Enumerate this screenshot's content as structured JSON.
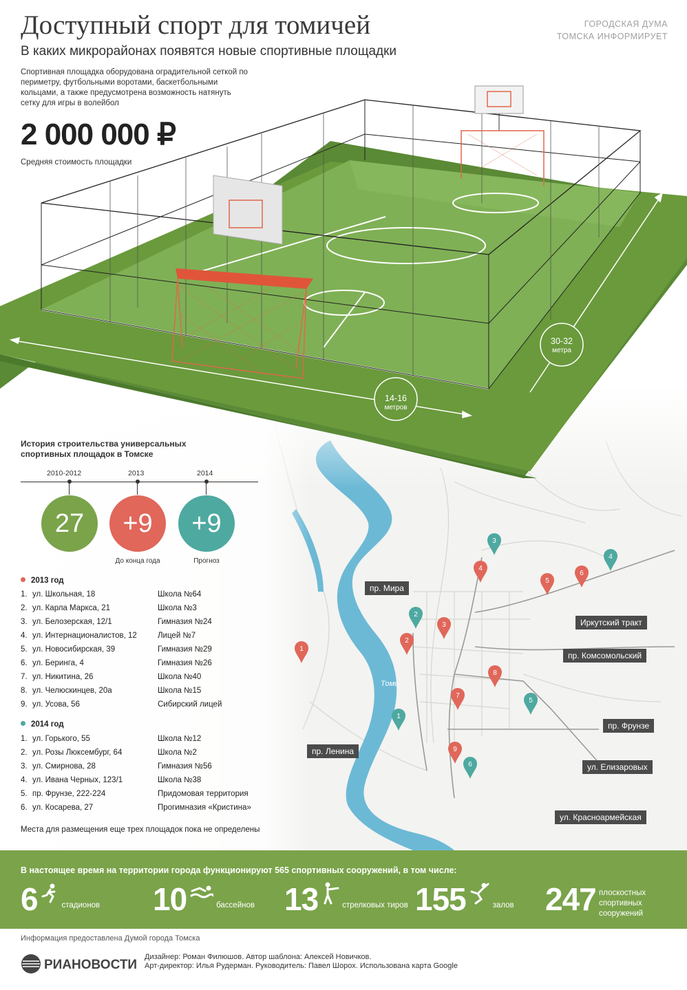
{
  "header": {
    "title": "Доступный спорт для томичей",
    "subtitle": "В каких микрорайонах появятся новые спортивные площадки",
    "publisher": [
      "ГОРОДСКАЯ ДУМА",
      "ТОМСКА ИНФОРМИРУЕТ"
    ]
  },
  "intro": {
    "text": "Спортивная площадка оборудована оградительной сеткой по периметру, футбольными воротами, баскетбольными кольцами, а также предусмотрена возможность натянуть сетку для игры в волейбол",
    "price": "2 000 000 ₽",
    "price_caption": "Средняя стоимость площадки"
  },
  "dimensions": {
    "width_value": "14-16",
    "width_unit": "метров",
    "length_value": "30-32",
    "length_unit": "метра"
  },
  "history": {
    "title": "История строительства универсальных спортивных площадок в Томске",
    "periods": [
      {
        "year": "2010-2012",
        "value": "27",
        "caption": "",
        "color": "#7aa34a"
      },
      {
        "year": "2013",
        "value": "+9",
        "caption": "До конца года",
        "color": "#e0675a"
      },
      {
        "year": "2014",
        "value": "+9",
        "caption": "Прогноз",
        "color": "#4ea9a0"
      }
    ]
  },
  "list_2013": {
    "heading": "2013 год",
    "color": "#e0675a",
    "items": [
      {
        "n": "1.",
        "address": "ул. Школьная, 18",
        "school": "Школа №64"
      },
      {
        "n": "2.",
        "address": "ул. Карла Маркса, 21",
        "school": "Школа №3"
      },
      {
        "n": "3.",
        "address": "ул. Белозерская, 12/1",
        "school": "Гимназия №24"
      },
      {
        "n": "4.",
        "address": "ул. Интернационалистов, 12",
        "school": "Лицей №7"
      },
      {
        "n": "5.",
        "address": "ул. Новосибирская, 39",
        "school": "Гимназия №29"
      },
      {
        "n": "6.",
        "address": "ул. Беринга, 4",
        "school": "Гимназия №26"
      },
      {
        "n": "7.",
        "address": "ул. Никитина, 26",
        "school": "Школа №40"
      },
      {
        "n": "8.",
        "address": "ул. Челюскинцев, 20а",
        "school": "Школа №15"
      },
      {
        "n": "9.",
        "address": "ул. Усова, 56",
        "school": "Сибирский лицей"
      }
    ]
  },
  "list_2014": {
    "heading": "2014 год",
    "color": "#4ea9a0",
    "items": [
      {
        "n": "1.",
        "address": "ул. Горького, 55",
        "school": "Школа №12"
      },
      {
        "n": "2.",
        "address": "ул. Розы Люксембург, 64",
        "school": "Школа №2"
      },
      {
        "n": "3.",
        "address": "ул. Смирнова, 28",
        "school": "Гимназия №56"
      },
      {
        "n": "4.",
        "address": "ул. Ивана Черных, 123/1",
        "school": "Школа №38"
      },
      {
        "n": "5.",
        "address": "пр. Фрунзе, 222-224",
        "school": "Придомовая территория"
      },
      {
        "n": "6.",
        "address": "ул. Косарева, 27",
        "school": "Прогимназия «Кристина»"
      }
    ]
  },
  "note": "Места для размещения еще трех площадок пока не определены",
  "map": {
    "river_label": "Томь",
    "roads": [
      "пр. Мира",
      "Иркутский тракт",
      "пр. Комсомольский",
      "пр. Фрунзе",
      "пр. Ленина",
      "ул. Елизаровых",
      "ул. Красноармейская"
    ],
    "pins_2013": [
      "1",
      "2",
      "3",
      "4",
      "5",
      "6",
      "7",
      "8",
      "9"
    ],
    "pins_2014": [
      "1",
      "2",
      "3",
      "4",
      "5",
      "6"
    ]
  },
  "stats": {
    "intro": "В настоящее время на территории города функционируют 565 спортивных сооружений, в том числе:",
    "items": [
      {
        "value": "6",
        "label": "стадионов",
        "icon": "runner-icon"
      },
      {
        "value": "10",
        "label": "бассейнов",
        "icon": "swimmer-icon"
      },
      {
        "value": "13",
        "label": "стрелковых тиров",
        "icon": "shooter-icon"
      },
      {
        "value": "155",
        "label": "залов",
        "icon": "gymnast-icon"
      },
      {
        "value": "247",
        "label": "плоскостных спортивных сооружений",
        "icon": ""
      }
    ]
  },
  "footer": {
    "source": "Информация предоставлена Думой города Томска",
    "logo_text": "РИАНОВОСТИ",
    "credits_line1": "Дизайнер: Роман Филюшов. Автор шаблона: Алексей Новичков.",
    "credits_line2": "Арт-директор: Илья Рудерман. Руководитель: Павел Шорох. Использована карта Google"
  }
}
